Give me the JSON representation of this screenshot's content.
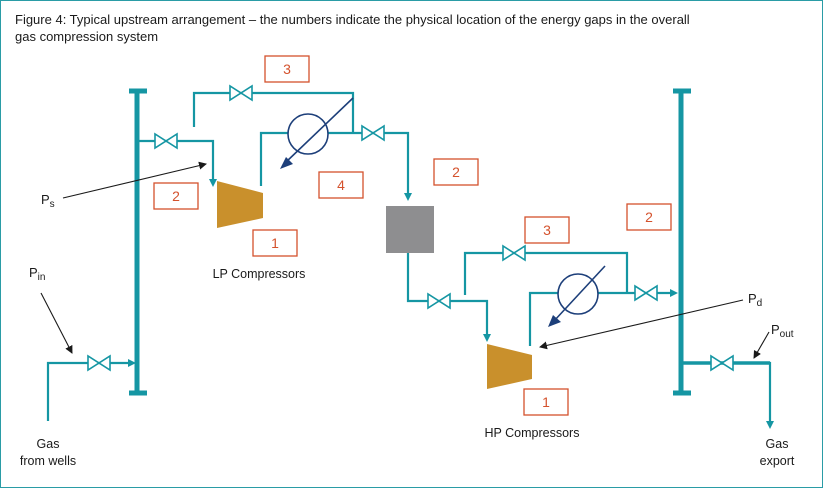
{
  "caption": {
    "line1": "Figure 4: Typical upstream arrangement – the numbers indicate the physical location of the energy gaps in the overall",
    "line2": "gas compression system"
  },
  "pressures": {
    "ps": {
      "main": "P",
      "sub": "s"
    },
    "pin": {
      "main": "P",
      "sub": "in"
    },
    "pd": {
      "main": "P",
      "sub": "d"
    },
    "pout": {
      "main": "P",
      "sub": "out"
    }
  },
  "labels": {
    "lp_compressors": "LP Compressors",
    "hp_compressors": "HP Compressors",
    "gas_from_wells_line1": "Gas",
    "gas_from_wells_line2": "from wells",
    "gas_export_line1": "Gas",
    "gas_export_line2": "export"
  },
  "energy_gaps": {
    "lp_recycle": "3",
    "lp_suction": "2",
    "lp_compressor": "1",
    "lp_cooler": "4",
    "lp_discharge": "2",
    "hp_recycle": "3",
    "hp_discharge": "2",
    "hp_compressor": "1"
  },
  "colors": {
    "pipe": "#1596a3",
    "compressor": "#c9902c",
    "heat_exchanger": "#1d3f7a",
    "separator": "#8e8e90",
    "gap_box": "#d4522d",
    "frame": "#2a9ca6"
  }
}
